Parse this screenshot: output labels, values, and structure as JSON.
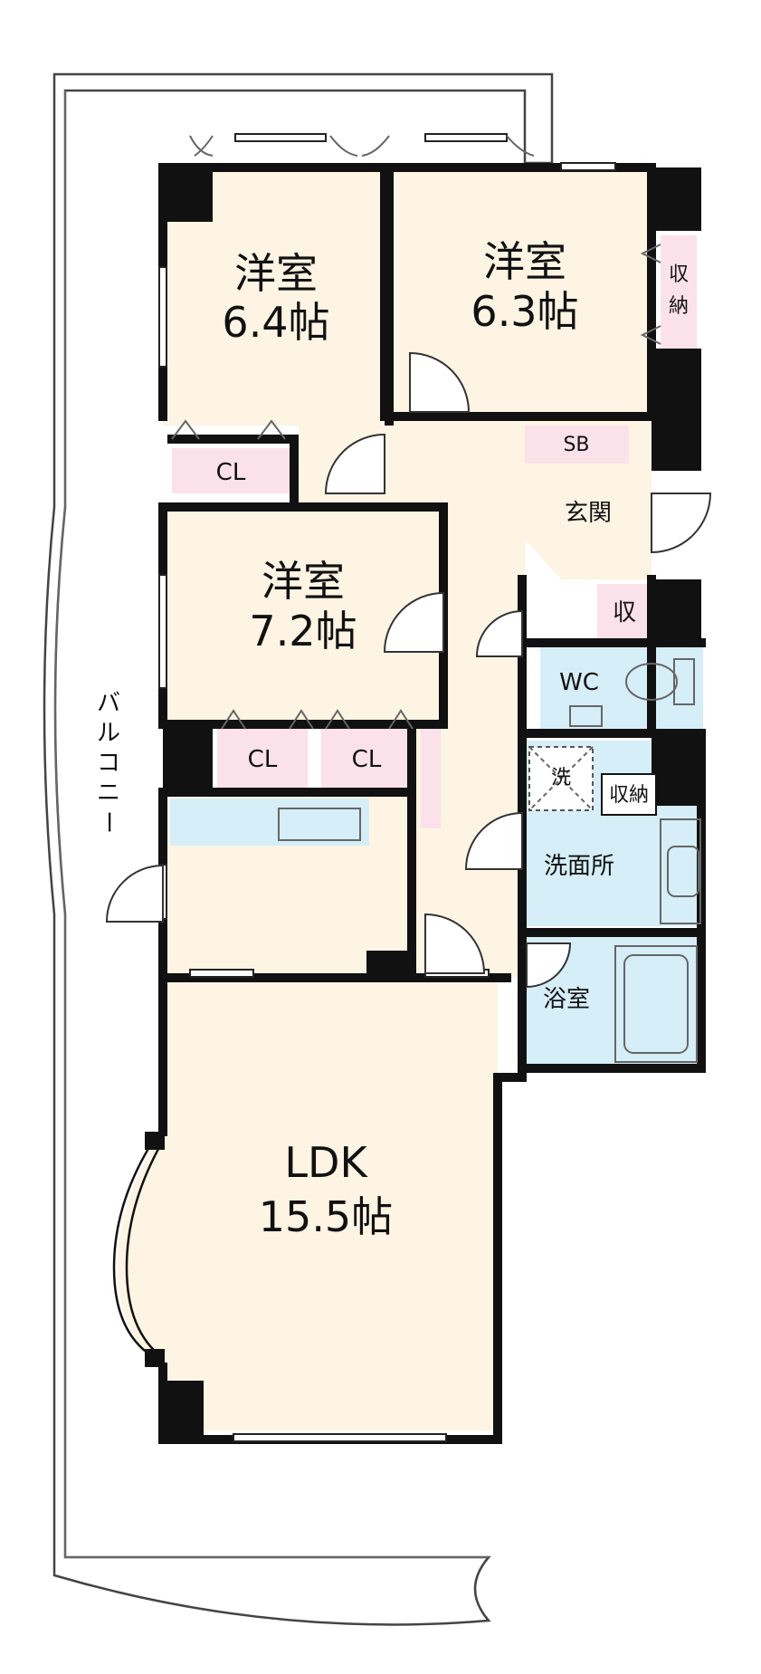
{
  "rooms": {
    "bedroom1": {
      "name": "洋室",
      "size": "6.4帖"
    },
    "bedroom2": {
      "name": "洋室",
      "size": "6.3帖"
    },
    "bedroom3": {
      "name": "洋室",
      "size": "7.2帖"
    },
    "ldk": {
      "name": "LDK",
      "size": "15.5帖"
    }
  },
  "labels": {
    "storage_a": "収",
    "storage_a2": "納",
    "cl1": "CL",
    "cl2": "CL",
    "cl3": "CL",
    "sb": "SB",
    "entrance": "玄関",
    "shuu": "収",
    "wc": "WC",
    "washer": "洗",
    "storage_b": "収納",
    "washroom": "洗面所",
    "bathroom": "浴室",
    "balcony": [
      "バ",
      "ル",
      "コ",
      "ニ",
      "ー"
    ]
  },
  "colors": {
    "room": "#fdf4e3",
    "storage": "#fbe1ea",
    "wet_area": "#d5eef7",
    "wall": "#111111"
  }
}
